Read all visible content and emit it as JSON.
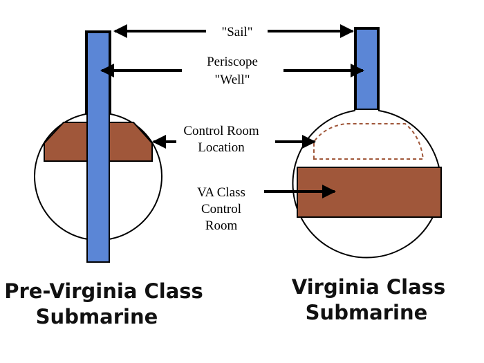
{
  "labels": {
    "sail": "\"Sail\"",
    "periscope_line1": "Periscope",
    "periscope_line2": "\"Well\"",
    "control_room_line1": "Control Room",
    "control_room_line2": "Location",
    "va_line1": "VA Class",
    "va_line2": "Control",
    "va_line3": "Room"
  },
  "captions": {
    "left_line1": "Pre-Virginia Class",
    "left_line2": "Submarine",
    "right_line1": "Virginia Class",
    "right_line2": "Submarine"
  },
  "colors": {
    "periscope": "#5b86d6",
    "control_room": "#a0573a",
    "outline": "#000000",
    "dashed": "#a0573a"
  }
}
